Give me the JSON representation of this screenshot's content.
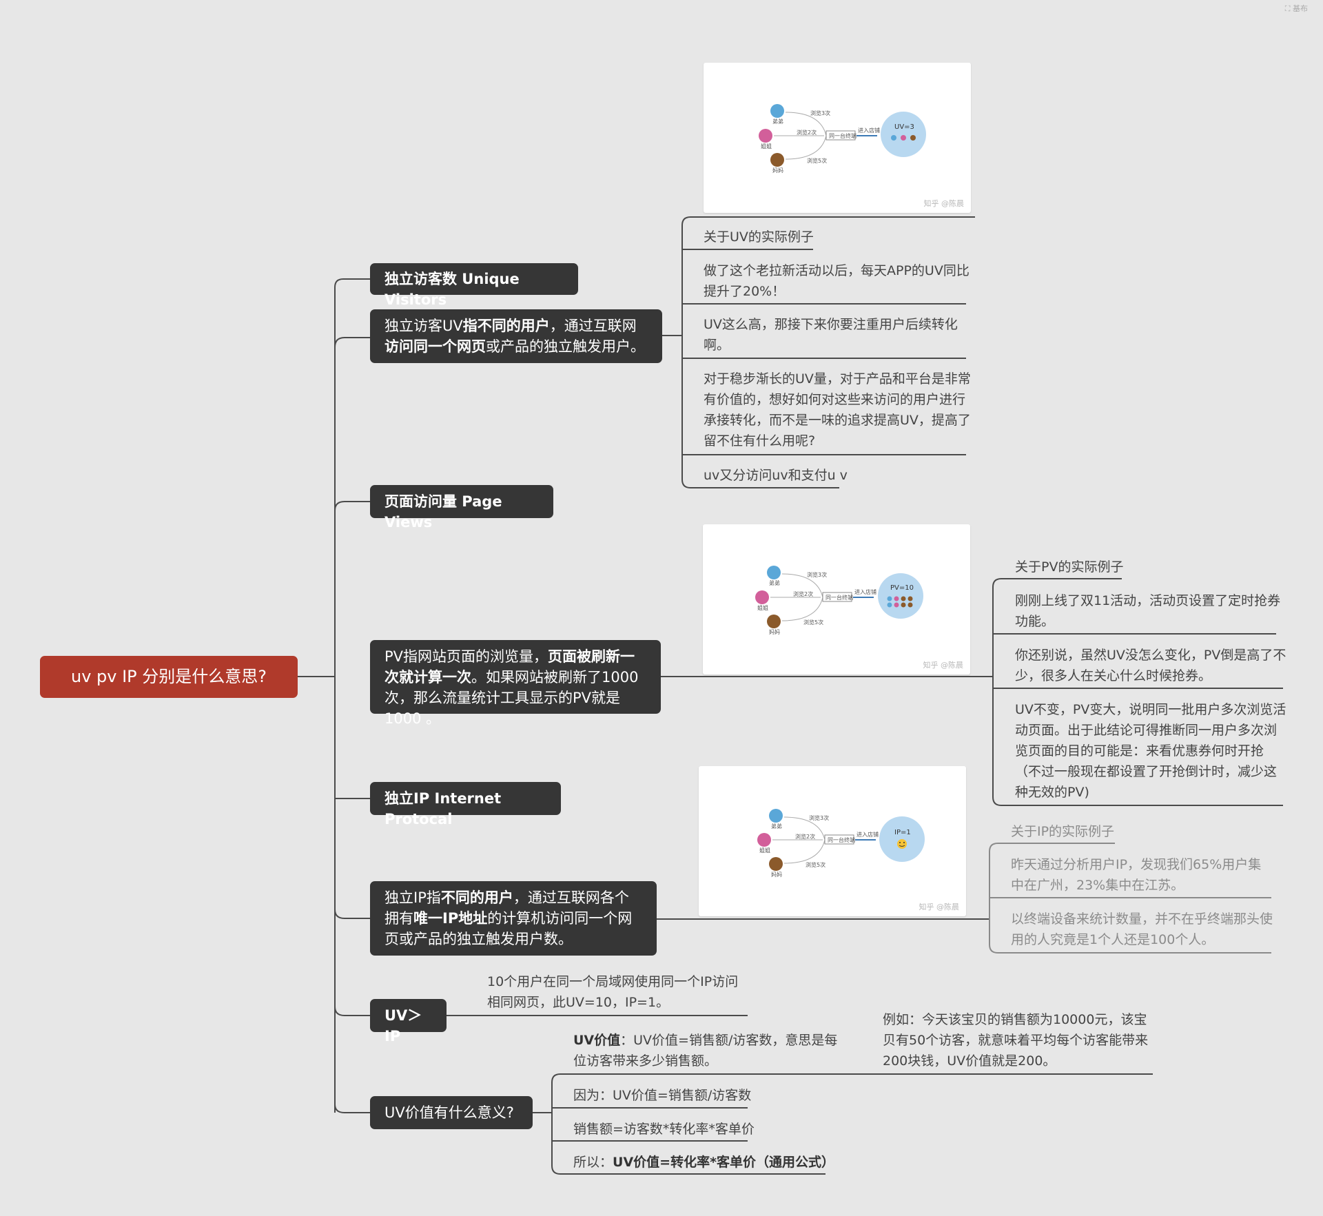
{
  "root": "uv pv IP 分别是什么意思?",
  "uv": {
    "title": "独立访客数 Unique Visitors",
    "def": [
      "独立访客UV",
      "指不同的用户",
      "，通过互联网",
      "访问同一个网页",
      "或产品的独立触发用户。"
    ],
    "image": {
      "label_center": "UV=3",
      "user1": "弟弟",
      "user2": "姐姐",
      "user3": "妈妈",
      "v1": "浏览3次",
      "v2": "浏览2次",
      "v3": "浏览5次",
      "device": "同一台终端",
      "enter": "进入店铺",
      "watermark": "知乎 @陈晨"
    },
    "example_title": "关于UV的实际例子",
    "examples": [
      "做了这个老拉新活动以后，每天APP的UV同比提升了20%！",
      "UV这么高，那接下来你要注重用户后续转化啊。",
      "对于稳步渐长的UV量，对于产品和平台是非常有价值的，想好如何对这些来访问的用户进行承接转化，而不是一味的追求提高UV，提高了留不住有什么用呢?",
      "uv又分访问uv和支付u v"
    ]
  },
  "pv": {
    "title": "页面访问量 Page Views",
    "def": [
      "PV指网站页面的浏览量，",
      "页面被刷新一次就计算一次",
      "。如果网站被刷新了1000次，那么流量统计工具显示的PV就是1000 。"
    ],
    "image": {
      "label_center": "PV=10",
      "user1": "弟弟",
      "user2": "姐姐",
      "user3": "妈妈",
      "v1": "浏览3次",
      "v2": "浏览2次",
      "v3": "浏览5次",
      "device": "同一台终端",
      "enter": "进入店铺",
      "watermark": "知乎 @陈晨"
    },
    "example_title": "关于PV的实际例子",
    "examples": [
      "刚刚上线了双11活动，活动页设置了定时抢券功能。",
      "你还别说，虽然UV没怎么变化，PV倒是高了不少，很多人在关心什么时候抢券。",
      "UV不变，PV变大，说明同一批用户多次浏览活动页面。出于此结论可得推断同一用户多次浏览页面的目的可能是：来看优惠券何时开抢（不过一般现在都设置了开抢倒计时，减少这种无效的PV)"
    ]
  },
  "ip": {
    "title": "独立IP Internet Protocal",
    "def": [
      "独立IP指",
      "不同的用户",
      "，通过互联网各个拥有",
      "唯一IP地址",
      "的计算机访问同一个网页或产品的独立触发用户数。"
    ],
    "image": {
      "label_center": "IP=1",
      "user1": "弟弟",
      "user2": "姐姐",
      "user3": "妈妈",
      "v1": "浏览3次",
      "v2": "浏览2次",
      "v3": "浏览5次",
      "device": "同一台终端",
      "enter": "进入店铺",
      "watermark": "知乎 @陈晨"
    },
    "example_title": "关于IP的实际例子",
    "examples": [
      "昨天通过分析用户IP，发现我们65%用户集中在广州，23%集中在江苏。",
      "以终端设备来统计数量，并不在乎终端那头使用的人究竟是1个人还是100个人。"
    ]
  },
  "uv_ip": {
    "title": "UV＞IP",
    "note": "10个用户在同一个局域网使用同一个IP访问相同网页，此UV=10，IP=1。"
  },
  "uv_value": {
    "title": "UV价值有什么意义?",
    "def_bold": "UV价值",
    "def_rest": "：UV价值=销售额/访客数，意思是每位访客带来多少销售额。",
    "example": "例如：今天该宝贝的销售额为10000元，该宝贝有50个访客，就意味着平均每个访客能带来200块钱，UV价值就是200。",
    "items": [
      "因为：UV价值=销售额/访客数",
      "销售额=访客数*转化率*客单价"
    ],
    "last_prefix": "所以：",
    "last_bold": "UV价值=转化率*客单价（通用公式）"
  },
  "corner": "⛶ 基布",
  "colors": {
    "root": "#b03a2b",
    "node": "#363636",
    "line": "#4a4a4a"
  }
}
